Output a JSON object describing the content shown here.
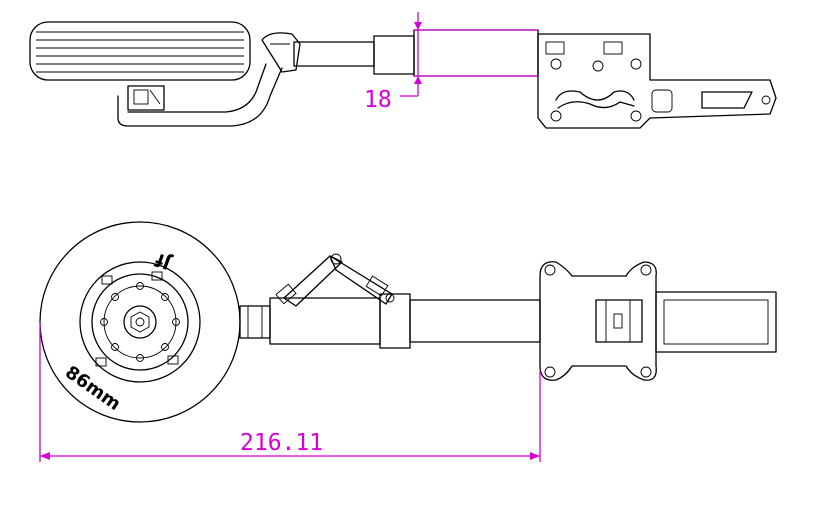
{
  "dimensions": {
    "strut_diameter": "18",
    "overall_length": "216.11"
  },
  "wheel_labels": {
    "diameter": "86mm",
    "mark": "Jf"
  },
  "colors": {
    "dimension": "#d600d6",
    "line": "#000000",
    "background": "#ffffff"
  }
}
